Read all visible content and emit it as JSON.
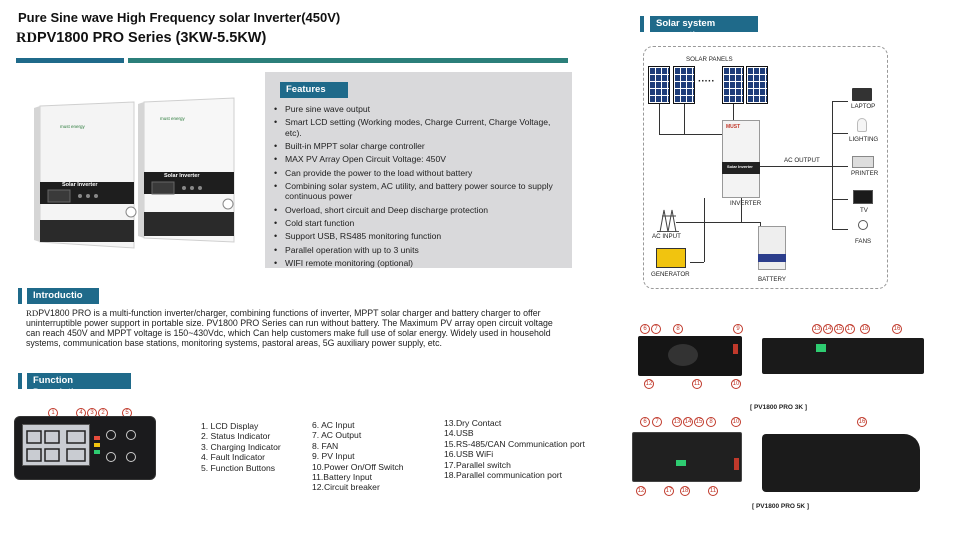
{
  "header": {
    "title": "Pure Sine wave High Frequency solar Inverter(450V)",
    "series_brand": "RD",
    "series_rest": "PV1800 PRO Series (3KW-5.5KW)"
  },
  "product_image": {
    "unit_label": "Solar Inverter",
    "brand_label": "must energy"
  },
  "features": {
    "heading": "Features",
    "items": [
      "Pure sine wave output",
      "Smart LCD setting (Working modes, Charge Current, Charge Voltage, etc).",
      "Built-in MPPT solar charge controller",
      "MAX PV Array Open Circuit Voltage: 450V",
      "Can provide the power to the load without battery",
      "Combining solar system, AC utility, and battery power source to supply continuous power",
      "Overload, short circuit and Deep discharge protection",
      "Cold start function",
      "Support USB, RS485 monitoring function",
      "Parallel operation with up to 3 units",
      "WIFI remote monitoring (optional)"
    ]
  },
  "introduction": {
    "heading": "Introductio",
    "brand": "RD",
    "text": "PV1800 PRO is a multi-function inverter/charger, combining functions of inverter, MPPT solar charger and battery charger to offer uninterruptible power support in portable size. PV1800 PRO Series can run without battery. The Maximum PV array open circuit voltage can reach 450V and MPPT voltage is 150~430Vdc, which Can help customers make full use of solar energy. Widely used in household systems, communication base stations, monitoring systems, pastoral areas, 5G auxiliary power supply, etc."
  },
  "function_description": {
    "heading": "Function Description",
    "panel_numbers": [
      "1",
      "4",
      "3",
      "2",
      "5"
    ],
    "col1": [
      "1.  LCD Display",
      "2.  Status Indicator",
      "3.  Charging Indicator",
      "4.  Fault Indicator",
      "5.  Function Buttons"
    ],
    "col2": [
      "6.  AC Input",
      "7.  AC Output",
      "8.  FAN",
      "9.  PV Input",
      "10.Power On/Off Switch",
      "11.Battery Input",
      "12.Circuit breaker"
    ],
    "col3": [
      "13.Dry Contact",
      "14.USB",
      "15.RS-485/CAN Communication port",
      "16.USB WiFi",
      "17.Parallel switch",
      "18.Parallel communication port"
    ]
  },
  "solar_system": {
    "heading": "Solar system connection",
    "labels": {
      "solar_panels": "SOLAR PANELS",
      "laptop": "LAPTOP",
      "lighting": "LIGHTING",
      "printer": "PRINTER",
      "tv": "TV",
      "fans": "FANS",
      "ac_output": "AC OUTPUT",
      "inverter": "INVERTER",
      "ac_input": "AC INPUT",
      "generator": "GENERATOR",
      "battery": "BATTERY",
      "device_brand": "MUST",
      "device_label": "Solar Inverter"
    }
  },
  "panels_3k": {
    "caption": "[ PV1800 PRO 3K ]",
    "top_numbers_left": [
      "6",
      "7",
      "8",
      "9"
    ],
    "top_numbers_right": [
      "13",
      "14",
      "15",
      "17",
      "18",
      "16"
    ],
    "bottom_numbers": [
      "12",
      "11",
      "10"
    ]
  },
  "panels_5k": {
    "caption": "[ PV1800 PRO 5K ]",
    "top_numbers_left": [
      "6",
      "7",
      "13",
      "14",
      "15",
      "8",
      "10"
    ],
    "top_number_right": "16",
    "bottom_numbers": [
      "12",
      "17",
      "18",
      "11"
    ]
  },
  "colors": {
    "accent": "#1f6a8a",
    "teal": "#2b7f7a",
    "feature_bg": "#d9d9db",
    "marker_red": "#c0392b"
  }
}
